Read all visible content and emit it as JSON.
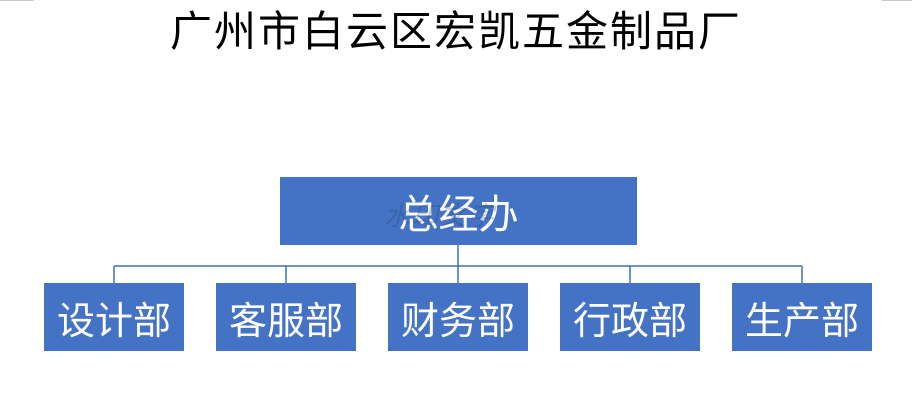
{
  "title": "广州市白云区宏凯五金制品厂",
  "root": {
    "label": "总经办"
  },
  "departments": [
    {
      "label": "设计部"
    },
    {
      "label": "客服部"
    },
    {
      "label": "财务部"
    },
    {
      "label": "行政部"
    },
    {
      "label": "生产部"
    }
  ],
  "colors": {
    "box_fill": "#4472c4",
    "box_text": "#ffffff",
    "connector": "#3f6fb0",
    "title_text": "#000000"
  }
}
